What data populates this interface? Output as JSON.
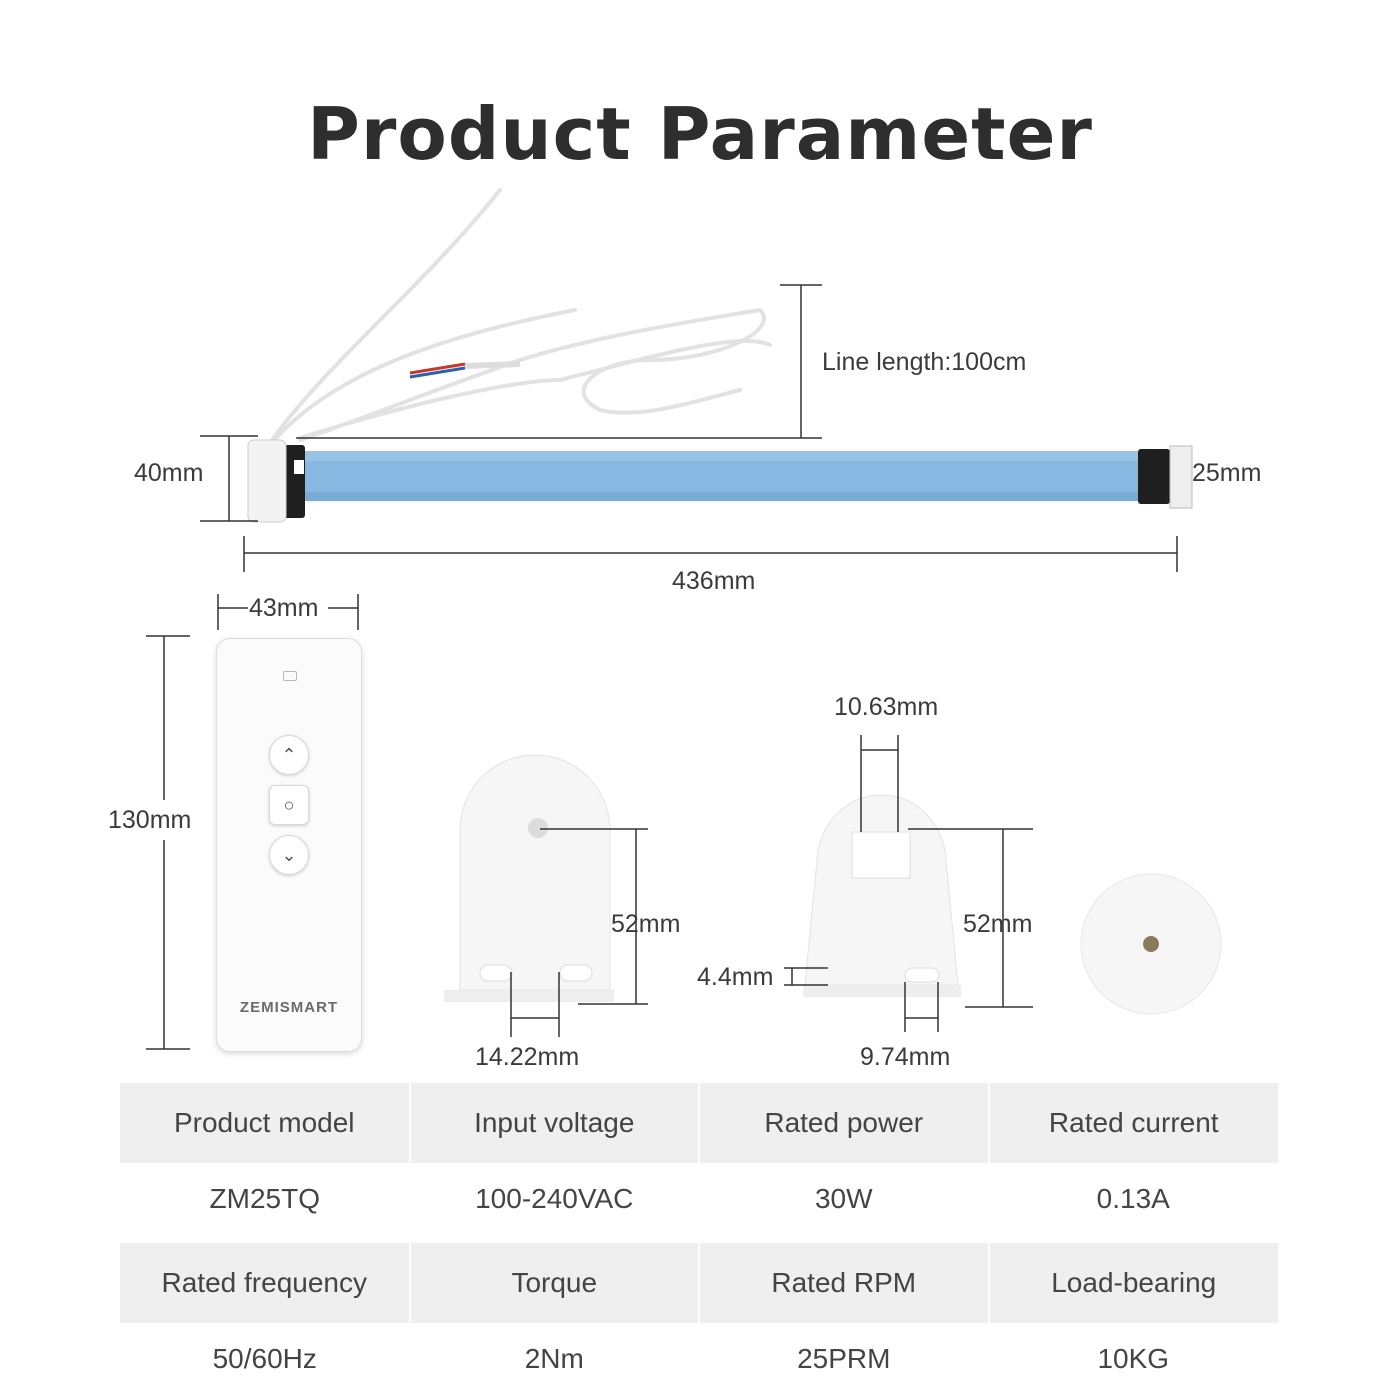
{
  "title": "Product Parameter",
  "motor": {
    "line_length_label": "Line length:100cm",
    "diameter_label": "40mm",
    "shaft_label": "25mm",
    "length_label": "436mm",
    "color": "#7fb4e0"
  },
  "remote": {
    "width_label": "43mm",
    "height_label": "130mm",
    "brand": "ZEMISMART",
    "buttons": [
      "chevron-up-icon",
      "stop-icon",
      "chevron-down-icon"
    ]
  },
  "bracket_left": {
    "height_label": "52mm",
    "slot_label": "14.22mm"
  },
  "bracket_right": {
    "top_label": "10.63mm",
    "height_label": "52mm",
    "thickness_label": "4.4mm",
    "slot_label": "9.74mm"
  },
  "specs": {
    "headers_row1": [
      "Product model",
      "Input voltage",
      "Rated power",
      "Rated current"
    ],
    "values_row1": [
      "ZM25TQ",
      "100-240VAC",
      "30W",
      "0.13A"
    ],
    "headers_row2": [
      "Rated frequency",
      "Torque",
      "Rated RPM",
      "Load-bearing"
    ],
    "values_row2": [
      "50/60Hz",
      "2Nm",
      "25PRM",
      "10KG"
    ]
  }
}
